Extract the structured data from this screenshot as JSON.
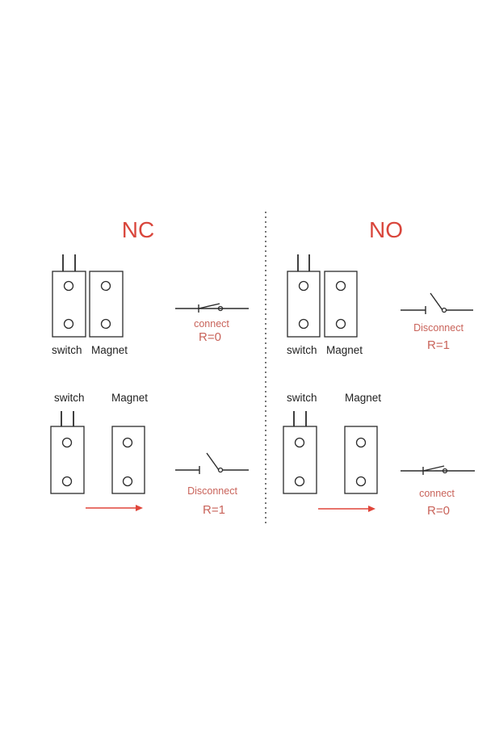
{
  "colors": {
    "heading": "#d9463c",
    "state_text": "#c9635a",
    "arrow": "#e0453a",
    "ink": "#2b2b2b"
  },
  "panels": {
    "nc": {
      "heading": "NC",
      "closed": {
        "switch_label": "switch",
        "magnet_label": "Magnet",
        "state": "connect",
        "resistance": "R=0"
      },
      "opened": {
        "switch_label": "switch",
        "magnet_label": "Magnet",
        "state": "Disconnect",
        "resistance": "R=1"
      }
    },
    "no": {
      "heading": "NO",
      "closed": {
        "switch_label": "switch",
        "magnet_label": "Magnet",
        "state": "Disconnect",
        "resistance": "R=1"
      },
      "opened": {
        "switch_label": "switch",
        "magnet_label": "Magnet",
        "state": "connect",
        "resistance": "R=0"
      }
    }
  }
}
